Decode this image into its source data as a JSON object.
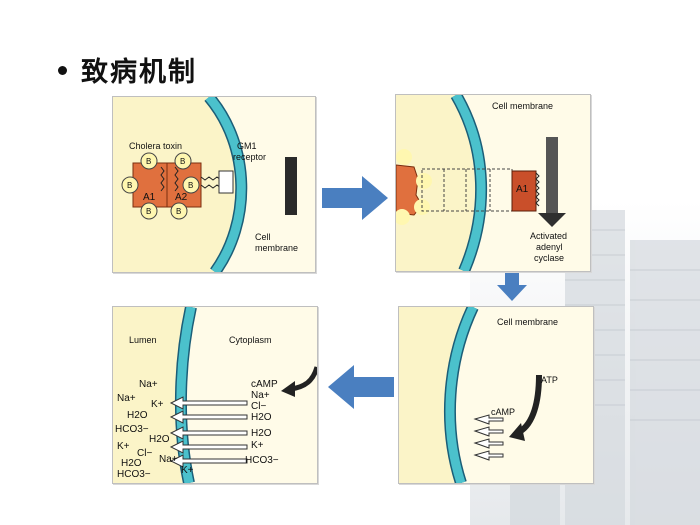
{
  "slide": {
    "title": "致病机制"
  },
  "panel1": {
    "toxin_label": "Cholera toxin",
    "receptor_label_1": "GM1",
    "receptor_label_2": "receptor",
    "membrane_label_1": "Cell",
    "membrane_label_2": "membrane",
    "subunit_b": "B",
    "subunit_a1": "A1",
    "subunit_a2": "A2"
  },
  "panel2": {
    "membrane_label": "Cell membrane",
    "subunit_a1": "A1",
    "enzyme_label_1": "Activated",
    "enzyme_label_2": "adenyl",
    "enzyme_label_3": "cyclase"
  },
  "panel3": {
    "membrane_label": "Cell membrane",
    "atp_label": "ATP",
    "camp_label": "cAMP"
  },
  "panel4": {
    "lumen_label": "Lumen",
    "cytoplasm_label": "Cytoplasm",
    "lumen_ions": [
      "Na+",
      "Na+",
      "K+",
      "H2O",
      "HCO3−",
      "H2O",
      "K+",
      "Cl−",
      "Na+",
      "H2O",
      "HCO3−",
      "K+"
    ],
    "cytoplasm_ions": [
      "cAMP",
      "Na+",
      "Cl−",
      "H2O",
      "H2O",
      "K+",
      "HCO3−"
    ]
  },
  "colors": {
    "membrane": "#4bc1cc",
    "toxin": "#e0703e",
    "panel_bg": "#fbf4c8",
    "flow_arrow": "#4a7fc0"
  }
}
